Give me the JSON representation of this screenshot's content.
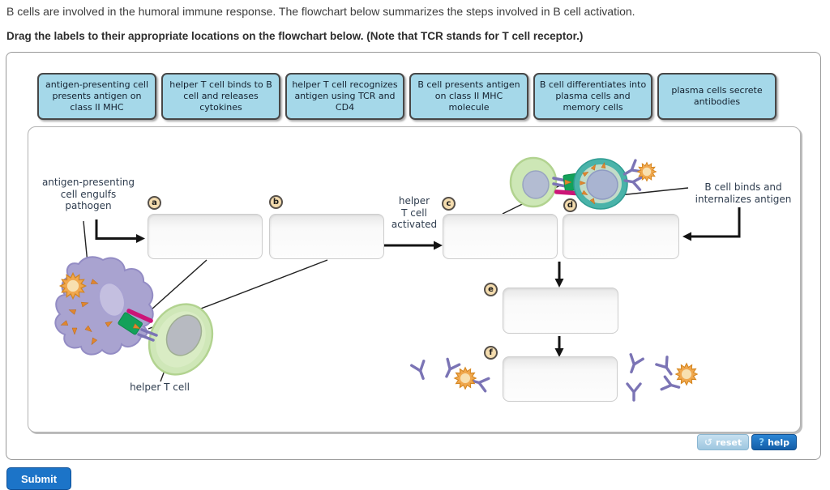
{
  "header": {
    "intro": "B cells are involved in the humoral immune response. The flowchart below summarizes the steps involved in B cell activation.",
    "instruction": "Drag the labels to their appropriate locations on the flowchart below. (Note that TCR stands for T cell receptor.)"
  },
  "label_bank": [
    {
      "text": "antigen-presenting cell presents antigen on class II MHC"
    },
    {
      "text": "helper T cell binds to B cell and releases cytokines"
    },
    {
      "text": "helper T cell recognizes antigen using TCR and CD4"
    },
    {
      "text": "B cell presents antigen on class II MHC molecule"
    },
    {
      "text": "B cell differentiates into plasma cells and memory cells"
    },
    {
      "text": "plasma cells secrete antibodies"
    }
  ],
  "flowchart": {
    "annotations": {
      "apc_engulfs": "antigen-presenting\ncell engulfs\npathogen",
      "helper_activated": "helper\nT cell\nactivated",
      "b_cell_binds": "B cell binds and\ninternalizes antigen",
      "helper_t_cell": "helper T cell"
    },
    "targets": [
      {
        "letter": "a"
      },
      {
        "letter": "b"
      },
      {
        "letter": "c"
      },
      {
        "letter": "d"
      },
      {
        "letter": "e"
      },
      {
        "letter": "f"
      }
    ]
  },
  "controls": {
    "reset_label": "reset",
    "reset_icon": "↺",
    "help_icon": "?",
    "help_label": "help",
    "submit_label": "Submit"
  },
  "colors": {
    "label_fill": "#a5d8e9",
    "help_blue": "#145ea8",
    "reset_blue": "#9ec7e0",
    "teal_cell": "#49b3a9",
    "green_cell": "#cfe7b8",
    "purple_cell": "#a9a3d0",
    "antibody_purple": "#7b74b5",
    "antigen_orange": "#f0a84f",
    "mhc_green": "#13a15a",
    "tcr_magenta": "#cc1577"
  }
}
